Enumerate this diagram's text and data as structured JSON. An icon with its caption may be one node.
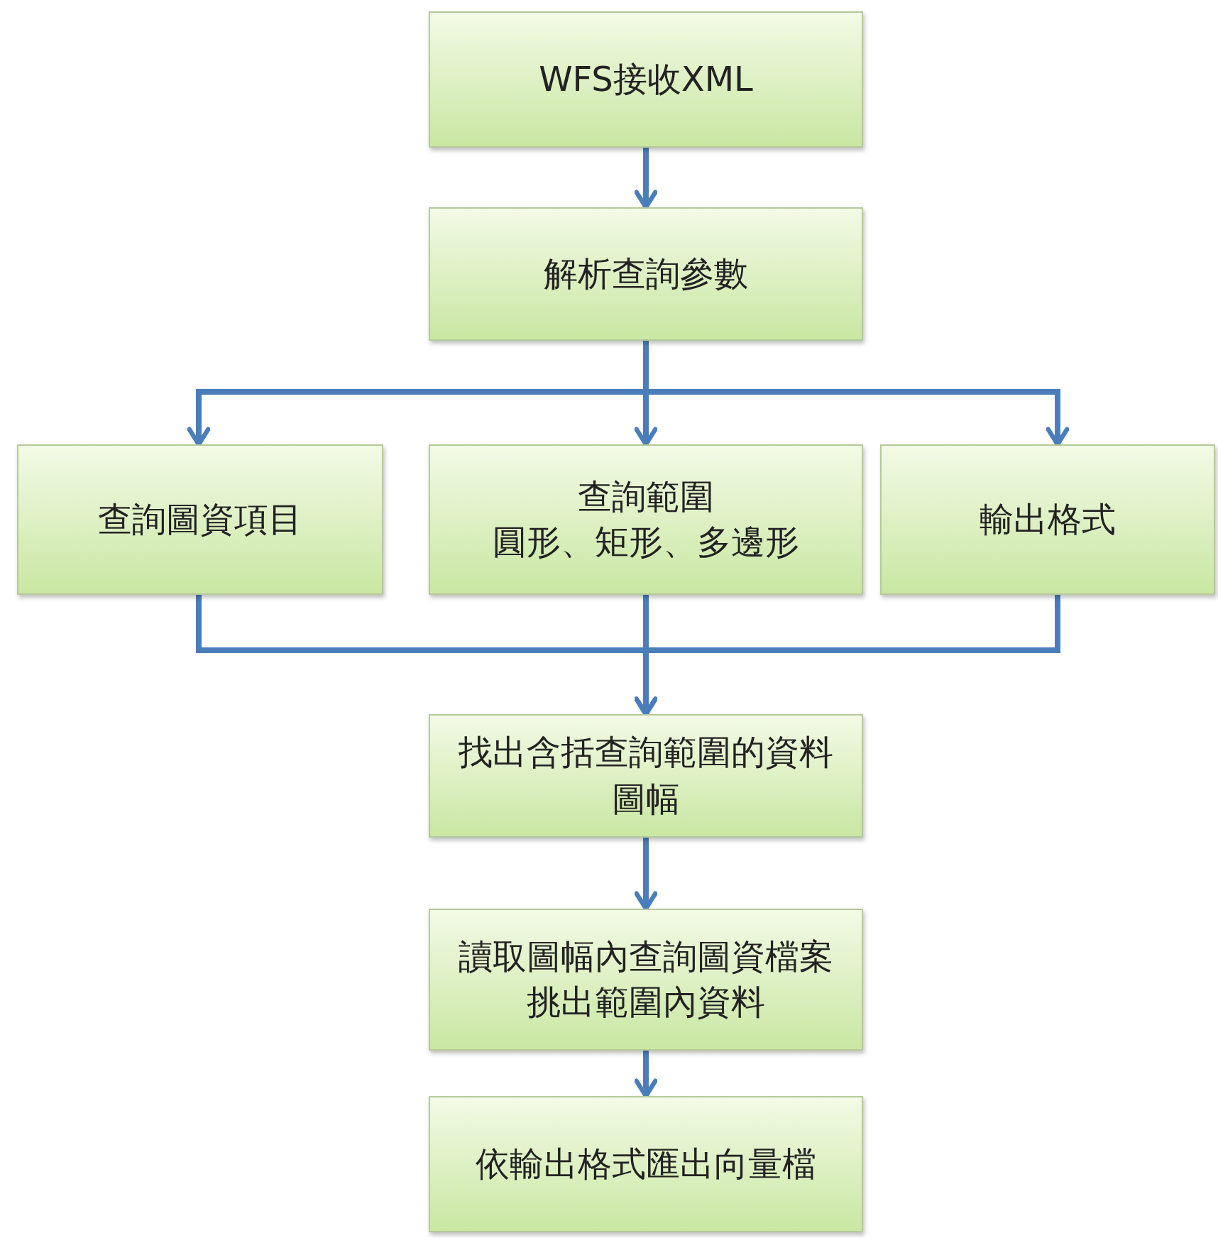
{
  "diagram": {
    "nodes": [
      {
        "text": [
          "WFS接收XML"
        ]
      },
      {
        "text": [
          "解析查詢參數"
        ]
      },
      {
        "text": [
          "查詢圖資項目"
        ]
      },
      {
        "text": [
          "查詢範圍",
          "圓形、矩形、多邊形"
        ]
      },
      {
        "text": [
          "輸出格式"
        ]
      },
      {
        "text": [
          "找出含括查詢範圍的資料圖幅"
        ]
      },
      {
        "text": [
          "讀取圖幅內查詢圖資檔案挑出範圍內資料"
        ]
      },
      {
        "text": [
          "依輸出格式匯出向量檔"
        ]
      }
    ],
    "edges": [
      {
        "from": 0,
        "to": 1,
        "arrow": "to"
      },
      {
        "from": 1,
        "to": 2,
        "arrow": "to"
      },
      {
        "from": 1,
        "to": 3,
        "arrow": "to"
      },
      {
        "from": 1,
        "to": 4,
        "arrow": "to"
      },
      {
        "from": 2,
        "to": 5,
        "arrow": "to"
      },
      {
        "from": 3,
        "to": 5,
        "arrow": "to"
      },
      {
        "from": 4,
        "to": 5,
        "arrow": "to"
      },
      {
        "from": 5,
        "to": 6,
        "arrow": "to"
      },
      {
        "from": 6,
        "to": 7,
        "arrow": "to"
      }
    ]
  }
}
